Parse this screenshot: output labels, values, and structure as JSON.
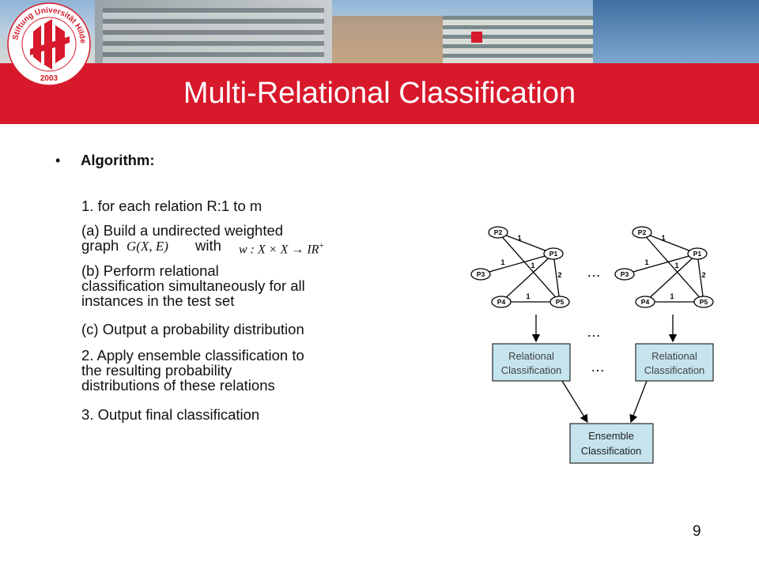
{
  "title": "Multi-Relational Classification",
  "heading": "Algorithm:",
  "steps": {
    "s1": "1. for each relation R:1 to m",
    "s_a_1": "(a) Build a undirected weighted",
    "s_a_2": "graph",
    "s_a_with": "with",
    "s_b_1": "(b) Perform relational",
    "s_b_2": "classification simultaneously for all",
    "s_b_3": "instances in the test set",
    "s_c": "(c) Output a probability distribution",
    "s2_1": "2. Apply ensemble classification to",
    "s2_2": "the resulting probability",
    "s2_3": "distributions of these relations",
    "s3": "3. Output final classification"
  },
  "formulas": {
    "graph": "G(X, E)",
    "weight_pre": "w : X × X → IR",
    "weight_sup": "+"
  },
  "diagram": {
    "nodes": [
      "P2",
      "P1",
      "P3",
      "P4",
      "P5"
    ],
    "weights": [
      "1",
      "1",
      "1",
      "1",
      "2",
      "1"
    ],
    "ellipsis": "…",
    "rc_box_line1": "Relational",
    "rc_box_line2": "Classification",
    "ens_line1": "Ensemble",
    "ens_line2": "Classification"
  },
  "logo_text": "Stiftung Universität Hildesheim",
  "logo_year": "2003",
  "page_number": "9",
  "colors": {
    "red_bar": "#d7192b",
    "box_fill": "#c5e4ee"
  }
}
